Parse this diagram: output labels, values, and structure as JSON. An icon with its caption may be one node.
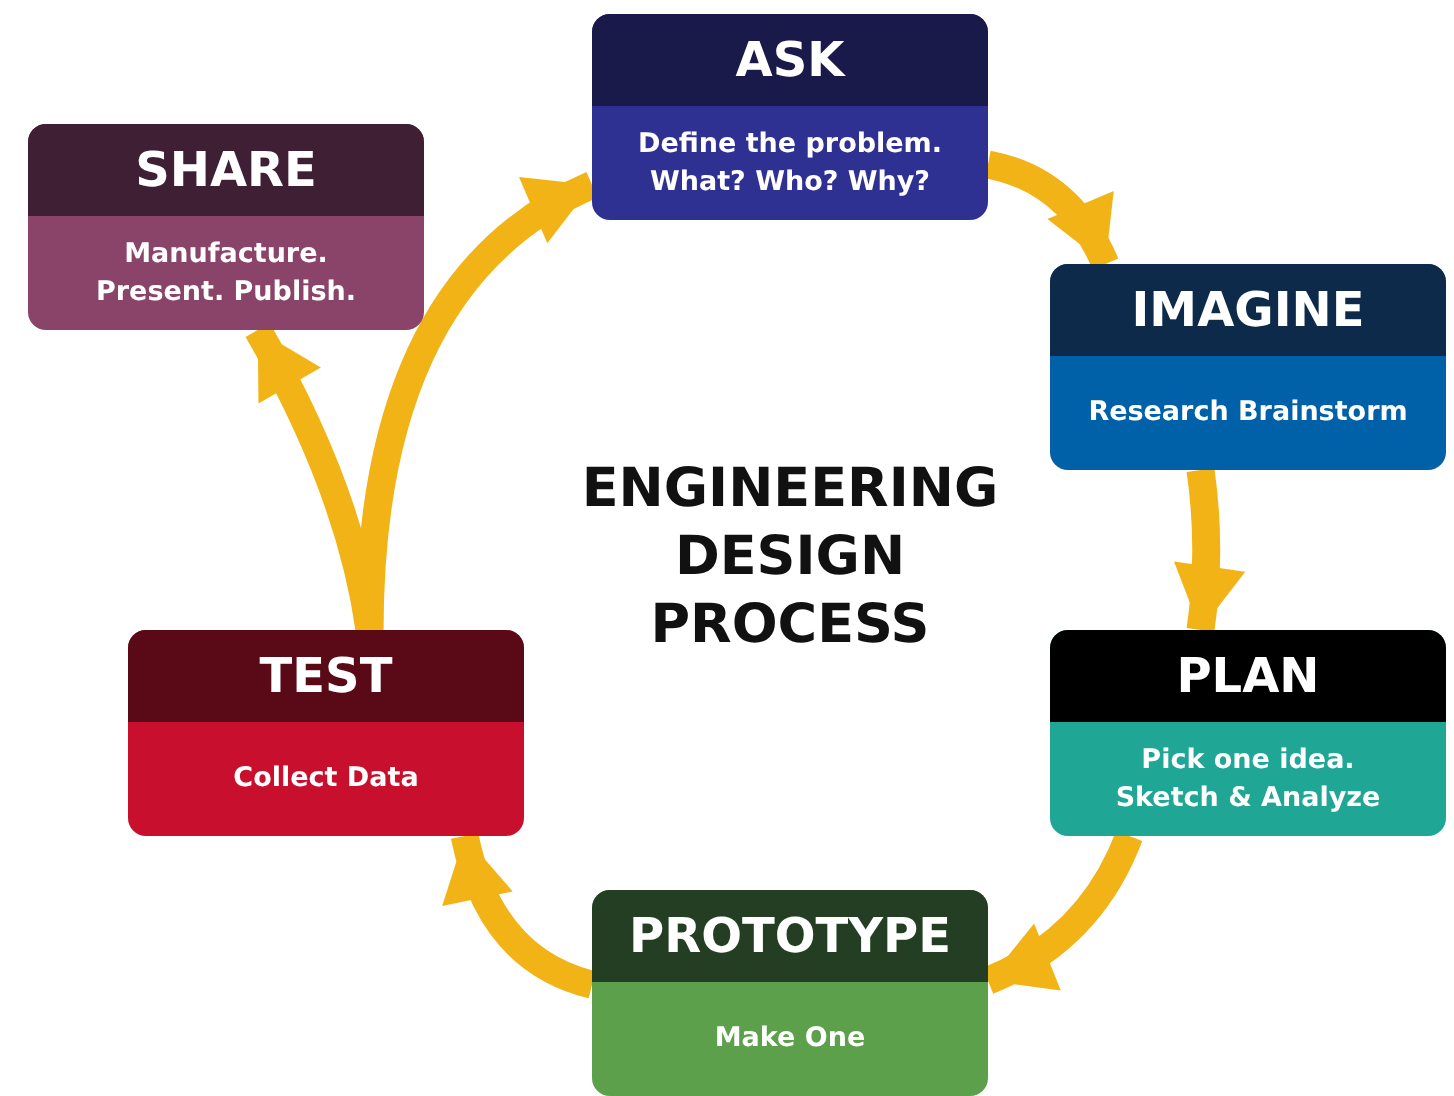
{
  "diagram": {
    "title": "ENGINEERING DESIGN PROCESS",
    "nodes": [
      {
        "text": [
          "ASK",
          "Define the problem. What? Who? Why?"
        ]
      },
      {
        "text": [
          "IMAGINE",
          "Research Brainstorm"
        ]
      },
      {
        "text": [
          "PLAN",
          "Pick one idea. Sketch & Analyze"
        ]
      },
      {
        "text": [
          "PROTOTYPE",
          "Make One"
        ]
      },
      {
        "text": [
          "TEST",
          "Collect Data"
        ]
      },
      {
        "text": [
          "SHARE",
          "Manufacture. Present. Publish."
        ]
      }
    ],
    "edges": [
      {
        "from": 0,
        "to": 1,
        "arrow": "to"
      },
      {
        "from": 1,
        "to": 2,
        "arrow": "to"
      },
      {
        "from": 2,
        "to": 3,
        "arrow": "to"
      },
      {
        "from": 3,
        "to": 4,
        "arrow": "to"
      },
      {
        "from": 4,
        "to": 5,
        "arrow": "to"
      },
      {
        "from": 4,
        "to": 0,
        "arrow": "to"
      }
    ]
  }
}
